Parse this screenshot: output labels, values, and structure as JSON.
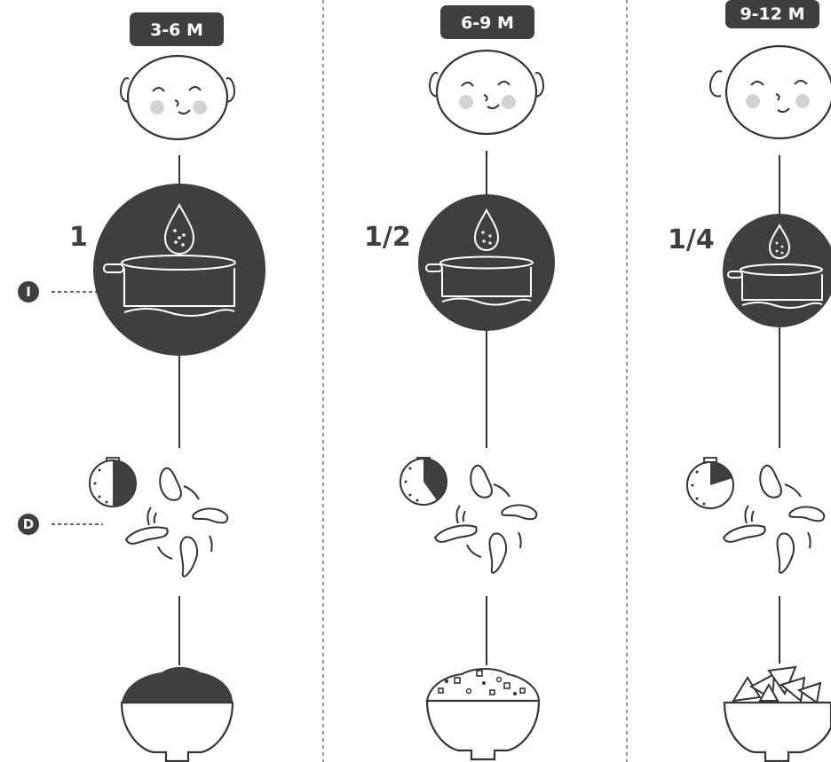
{
  "colors": {
    "dark": "#3f3f3f",
    "cheek": "#d3d3d3",
    "line": "#333333",
    "background": "#ffffff"
  },
  "stages": [
    {
      "age_label": "3-6 M",
      "ratio": "1",
      "bowl_texture": "puree",
      "timer_fill": 0.5
    },
    {
      "age_label": "6-9 M",
      "ratio": "1/2",
      "bowl_texture": "mashed",
      "timer_fill": 0.4
    },
    {
      "age_label": "9-12 M",
      "ratio": "1/4",
      "bowl_texture": "chunks",
      "timer_fill": 0.2
    }
  ],
  "side_markers": [
    {
      "letter": "I",
      "row": "water"
    },
    {
      "letter": "D",
      "row": "cooking"
    }
  ],
  "icons": [
    "baby-face-icon",
    "pot-with-water-drop-icon",
    "timer-icon",
    "stirring-food-icon",
    "bowl-icon"
  ]
}
